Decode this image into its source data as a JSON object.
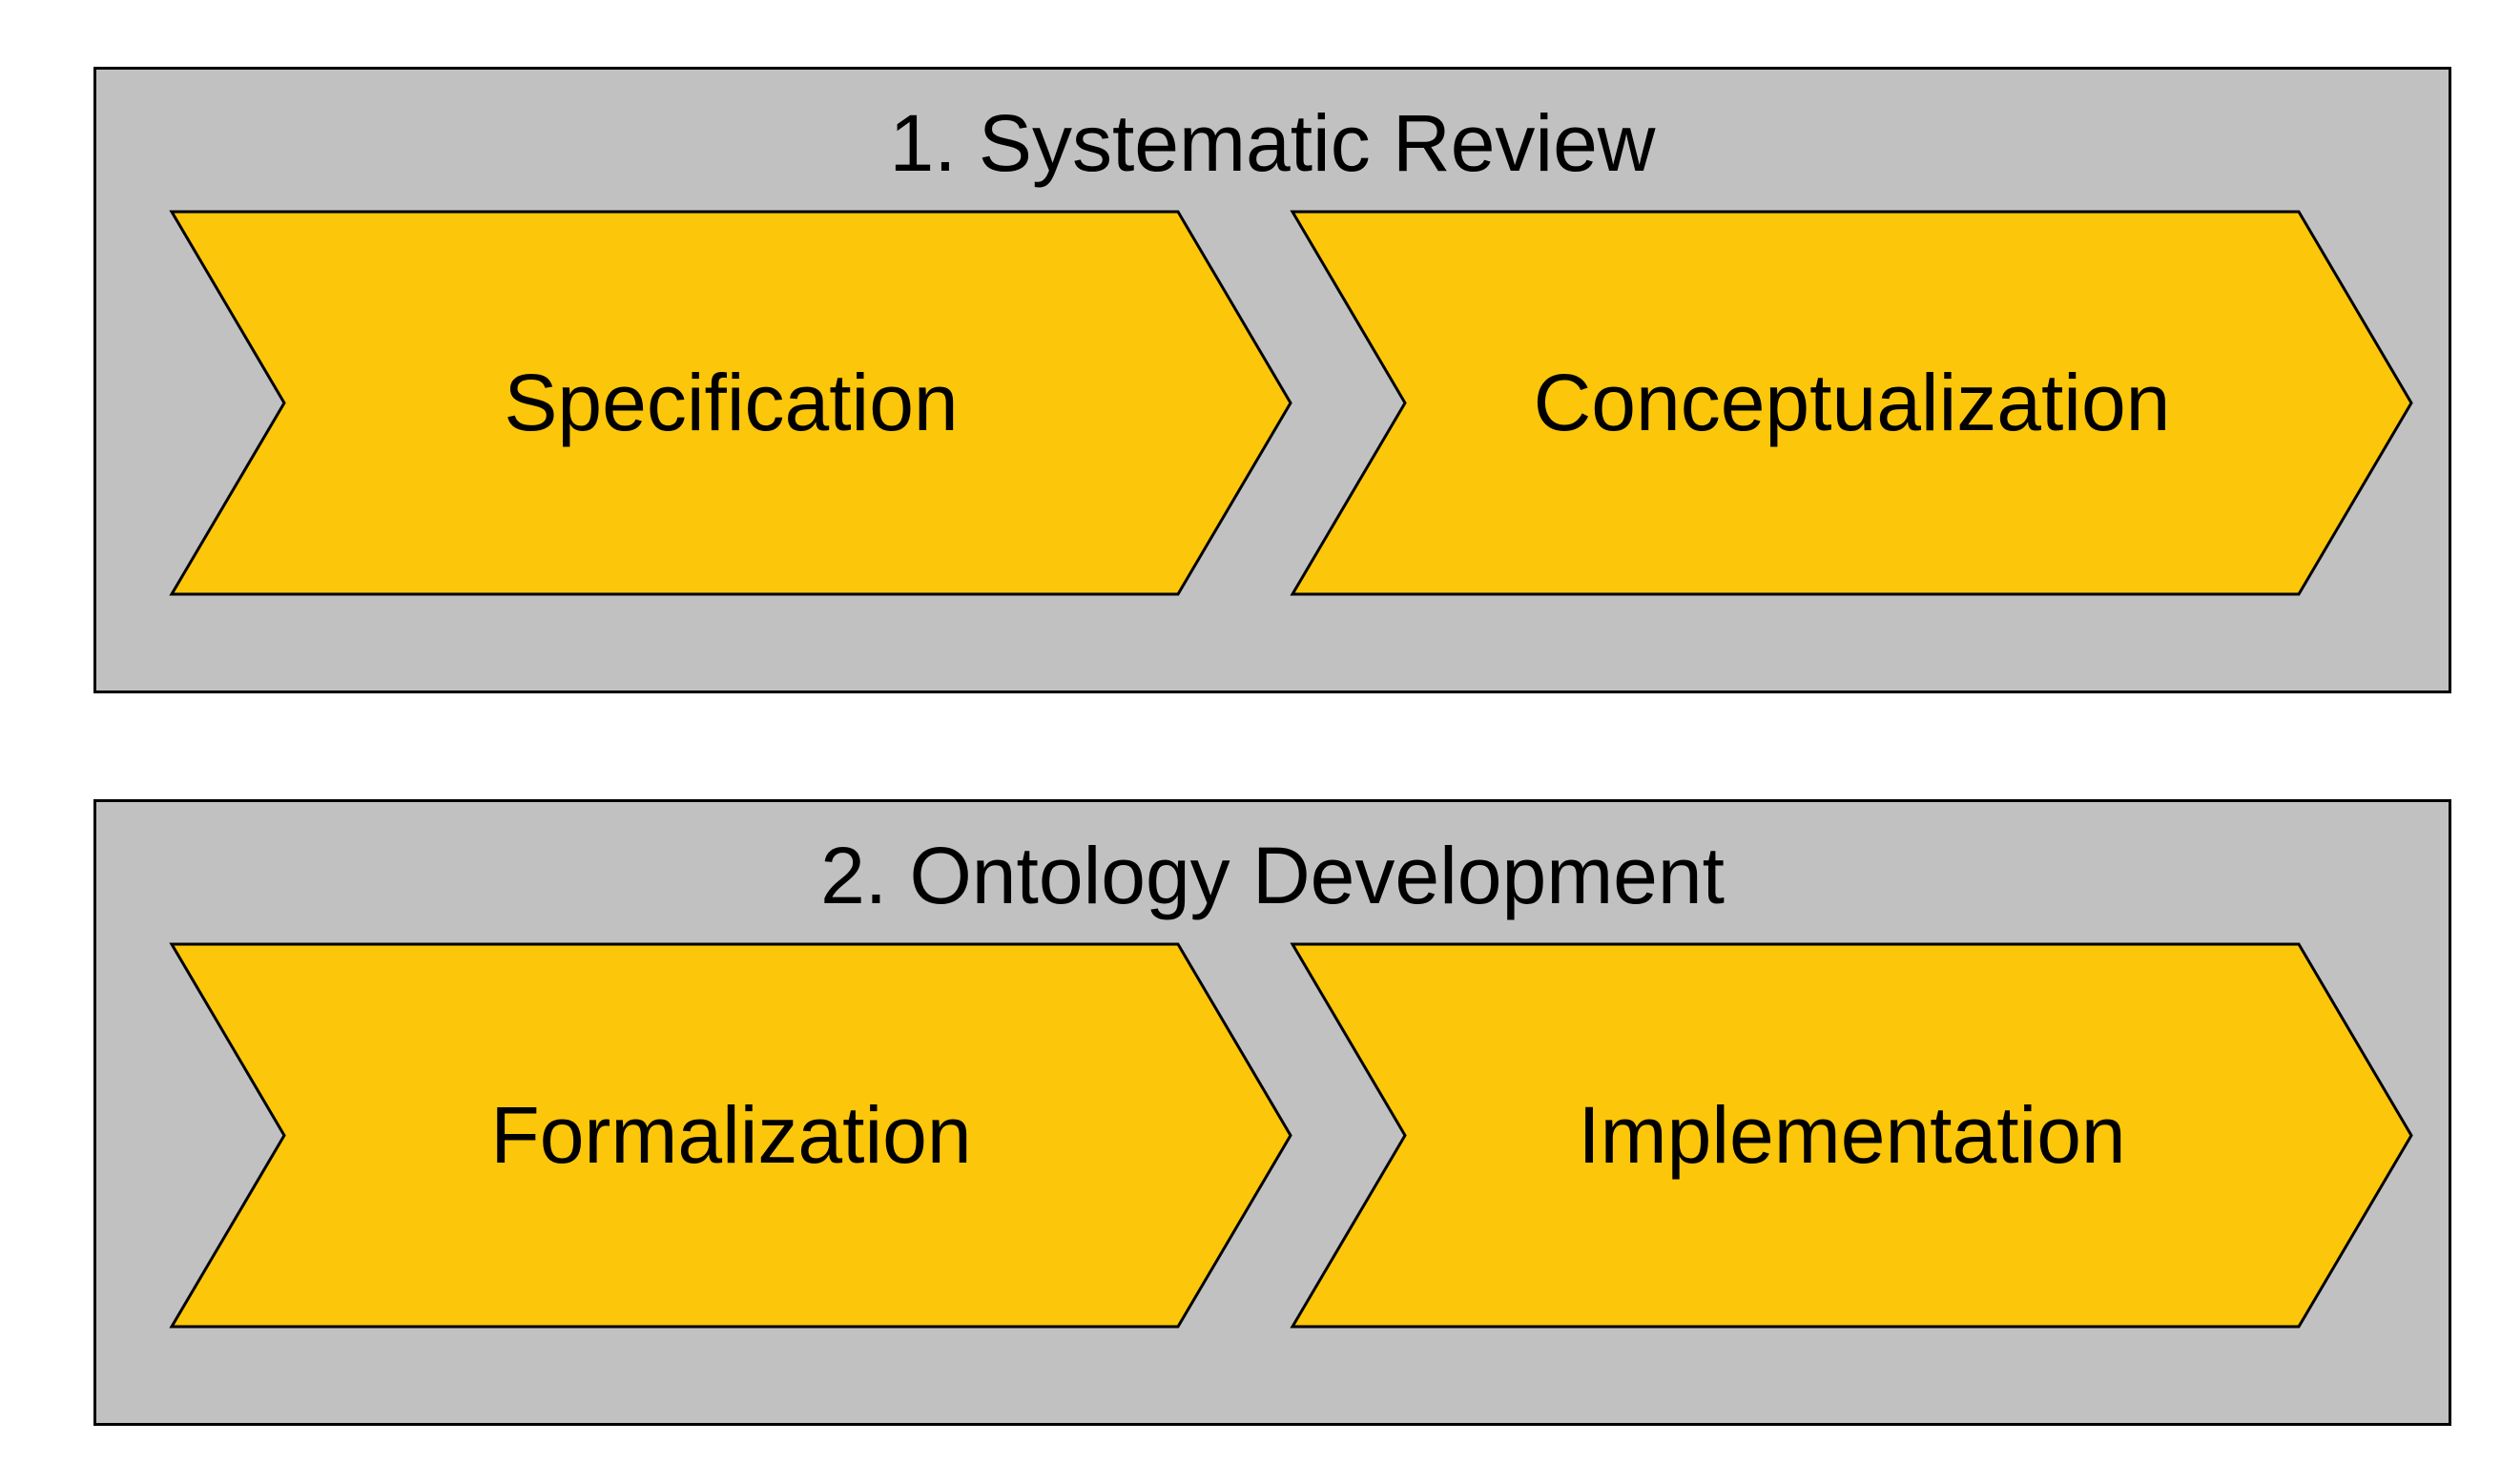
{
  "colors": {
    "page_bg": "#ffffff",
    "box_fill": "#c1c1c1",
    "box_border": "#000000",
    "arrow_fill": "#fcc60a",
    "arrow_stroke": "#000000",
    "text": "#000000"
  },
  "phases": [
    {
      "title": "1. Systematic Review",
      "steps": [
        {
          "label": "Specification"
        },
        {
          "label": "Conceptualization"
        }
      ]
    },
    {
      "title": "2. Ontology Development",
      "steps": [
        {
          "label": "Formalization"
        },
        {
          "label": "Implementation"
        }
      ]
    }
  ]
}
